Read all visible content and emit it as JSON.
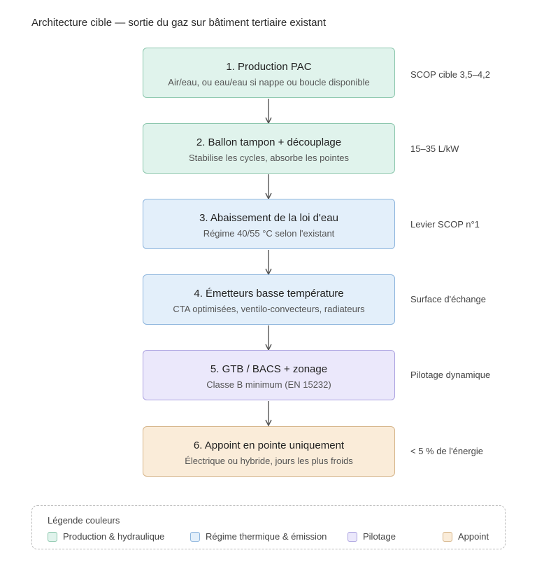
{
  "title": "Architecture cible — sortie du gaz sur bâtiment tertiaire existant",
  "steps": [
    {
      "title": "1. Production PAC",
      "subtitle": "Air/eau, ou eau/eau si nappe ou boucle disponible",
      "note": "SCOP cible 3,5–4,2",
      "group": "production",
      "color": "#e0f3ec"
    },
    {
      "title": "2. Ballon tampon + découplage",
      "subtitle": "Stabilise les cycles, absorbe les pointes",
      "note": "15–35 L/kW",
      "group": "production",
      "color": "#e0f3ec"
    },
    {
      "title": "3. Abaissement de la loi d'eau",
      "subtitle": "Régime 40/55 °C selon l'existant",
      "note": "Levier SCOP n°1",
      "group": "regime",
      "color": "#e3effa"
    },
    {
      "title": "4. Émetteurs basse température",
      "subtitle": "CTA optimisées, ventilo-convecteurs, radiateurs",
      "note": "Surface d'échange",
      "group": "regime",
      "color": "#e3effa"
    },
    {
      "title": "5. GTB / BACS + zonage",
      "subtitle": "Classe B minimum (EN 15232)",
      "note": "Pilotage dynamique",
      "group": "pilotage",
      "color": "#ebe8fb"
    },
    {
      "title": "6. Appoint en pointe uniquement",
      "subtitle": "Électrique ou hybride, jours les plus froids",
      "note": "< 5 % de l'énergie",
      "group": "appoint",
      "color": "#faecd9"
    }
  ],
  "legend": {
    "title": "Légende couleurs",
    "items": [
      {
        "label": "Production & hydraulique",
        "color": "#e0f3ec",
        "border": "#8cc7ad"
      },
      {
        "label": "Régime thermique & émission",
        "color": "#e3effa",
        "border": "#8db5dd"
      },
      {
        "label": "Pilotage",
        "color": "#ebe8fb",
        "border": "#aca3e0"
      },
      {
        "label": "Appoint",
        "color": "#faecd9",
        "border": "#d6b58a"
      }
    ]
  },
  "colors": {
    "arrow": "#555555"
  }
}
